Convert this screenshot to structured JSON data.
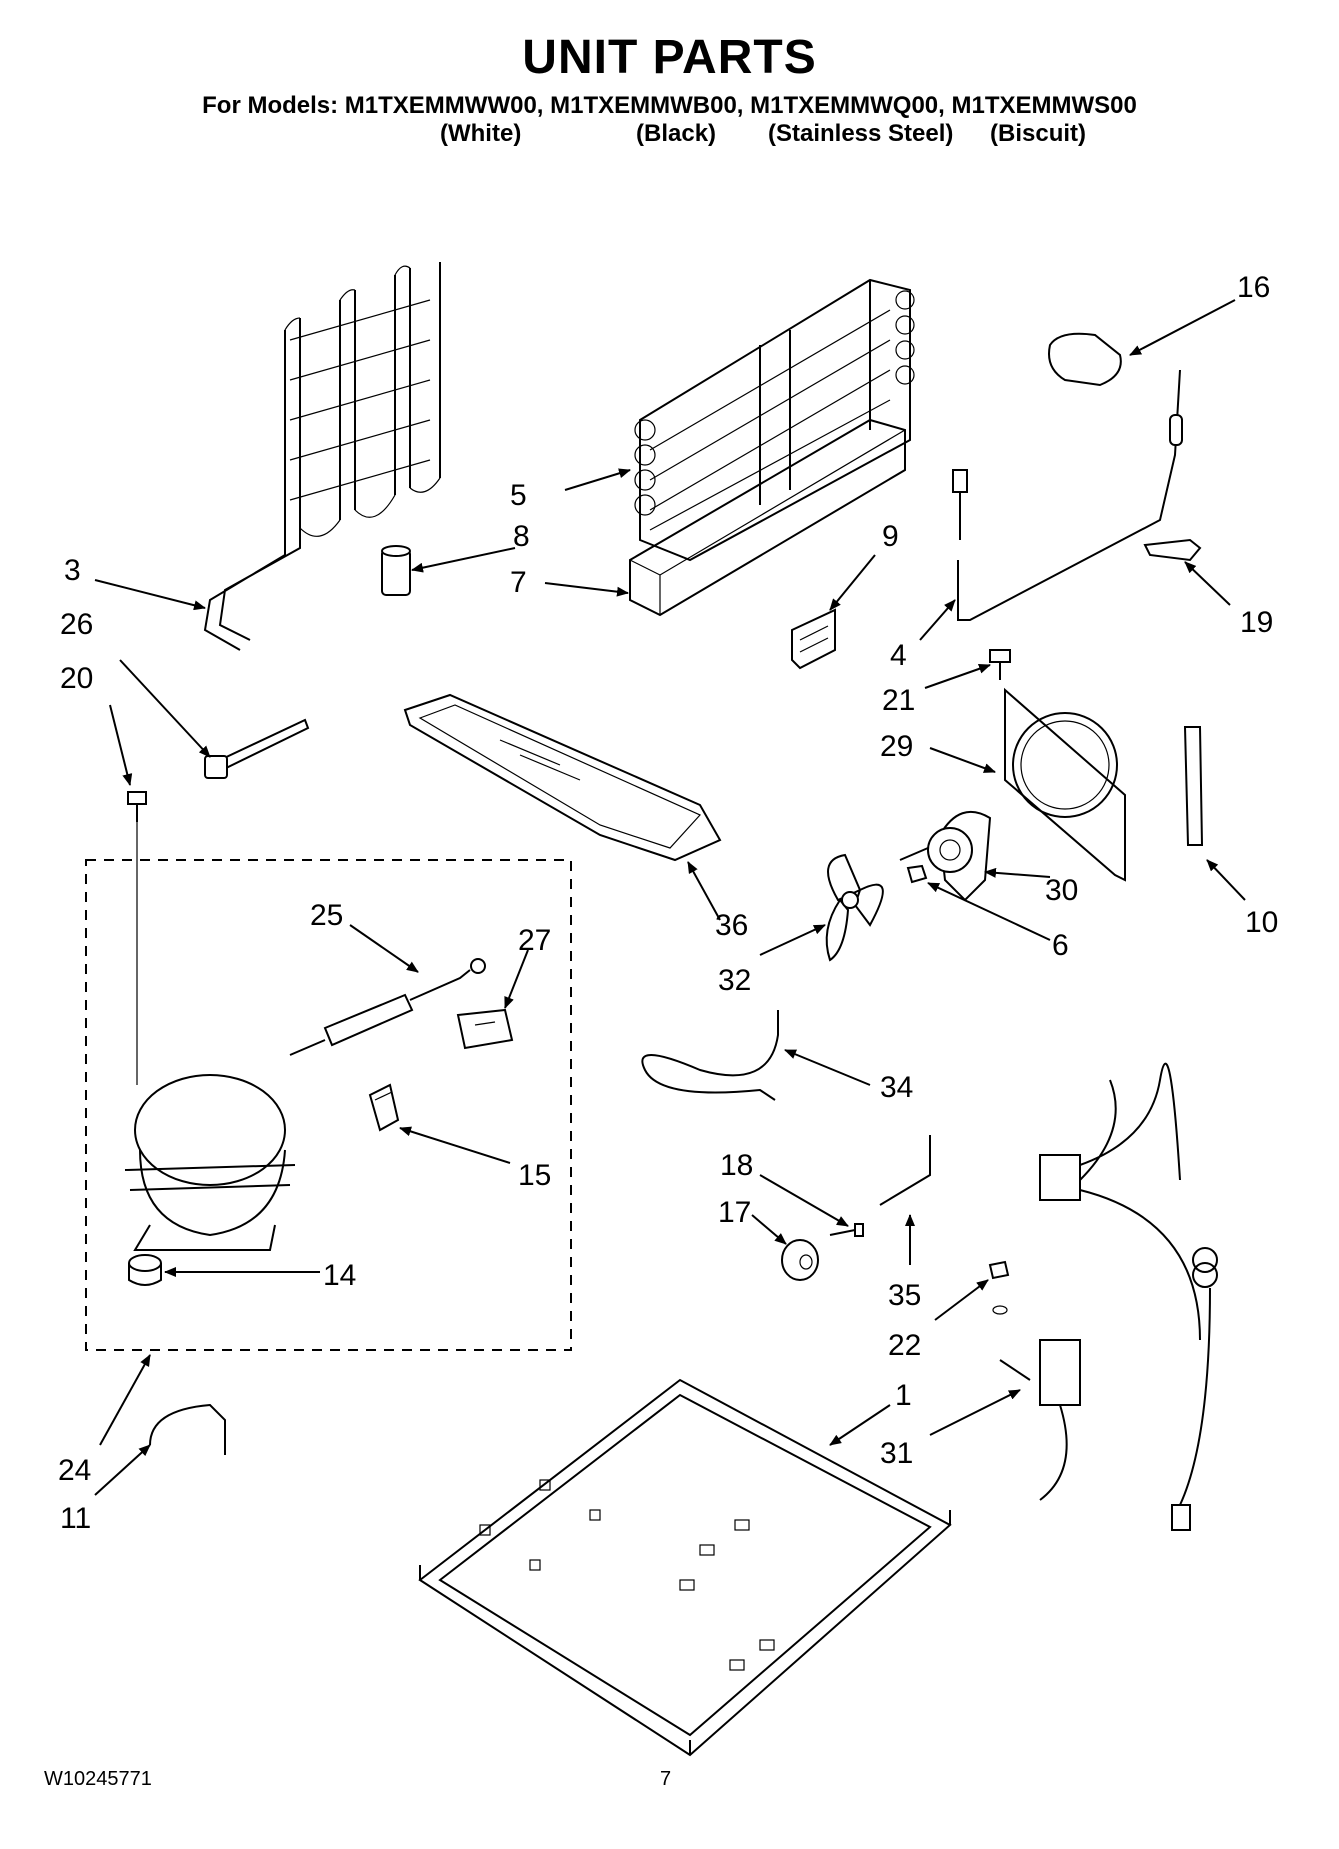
{
  "header": {
    "title": "UNIT PARTS",
    "models_line": "For Models: M1TXEMMWW00, M1TXEMMWB00, M1TXEMMWQ00, M1TXEMMWS00",
    "color_white": "(White)",
    "color_black": "(Black)",
    "color_stainless": "(Stainless Steel)",
    "color_biscuit": "(Biscuit)"
  },
  "callouts": {
    "c1": "1",
    "c3": "3",
    "c4": "4",
    "c5": "5",
    "c6": "6",
    "c7": "7",
    "c8": "8",
    "c9": "9",
    "c10": "10",
    "c11": "11",
    "c14": "14",
    "c15": "15",
    "c16": "16",
    "c17": "17",
    "c18": "18",
    "c19": "19",
    "c20": "20",
    "c21": "21",
    "c22": "22",
    "c24": "24",
    "c25": "25",
    "c26": "26",
    "c27": "27",
    "c29": "29",
    "c30": "30",
    "c31": "31",
    "c32": "32",
    "c34": "34",
    "c35": "35",
    "c36": "36"
  },
  "footer": {
    "doc_code": "W10245771",
    "page_number": "7"
  }
}
